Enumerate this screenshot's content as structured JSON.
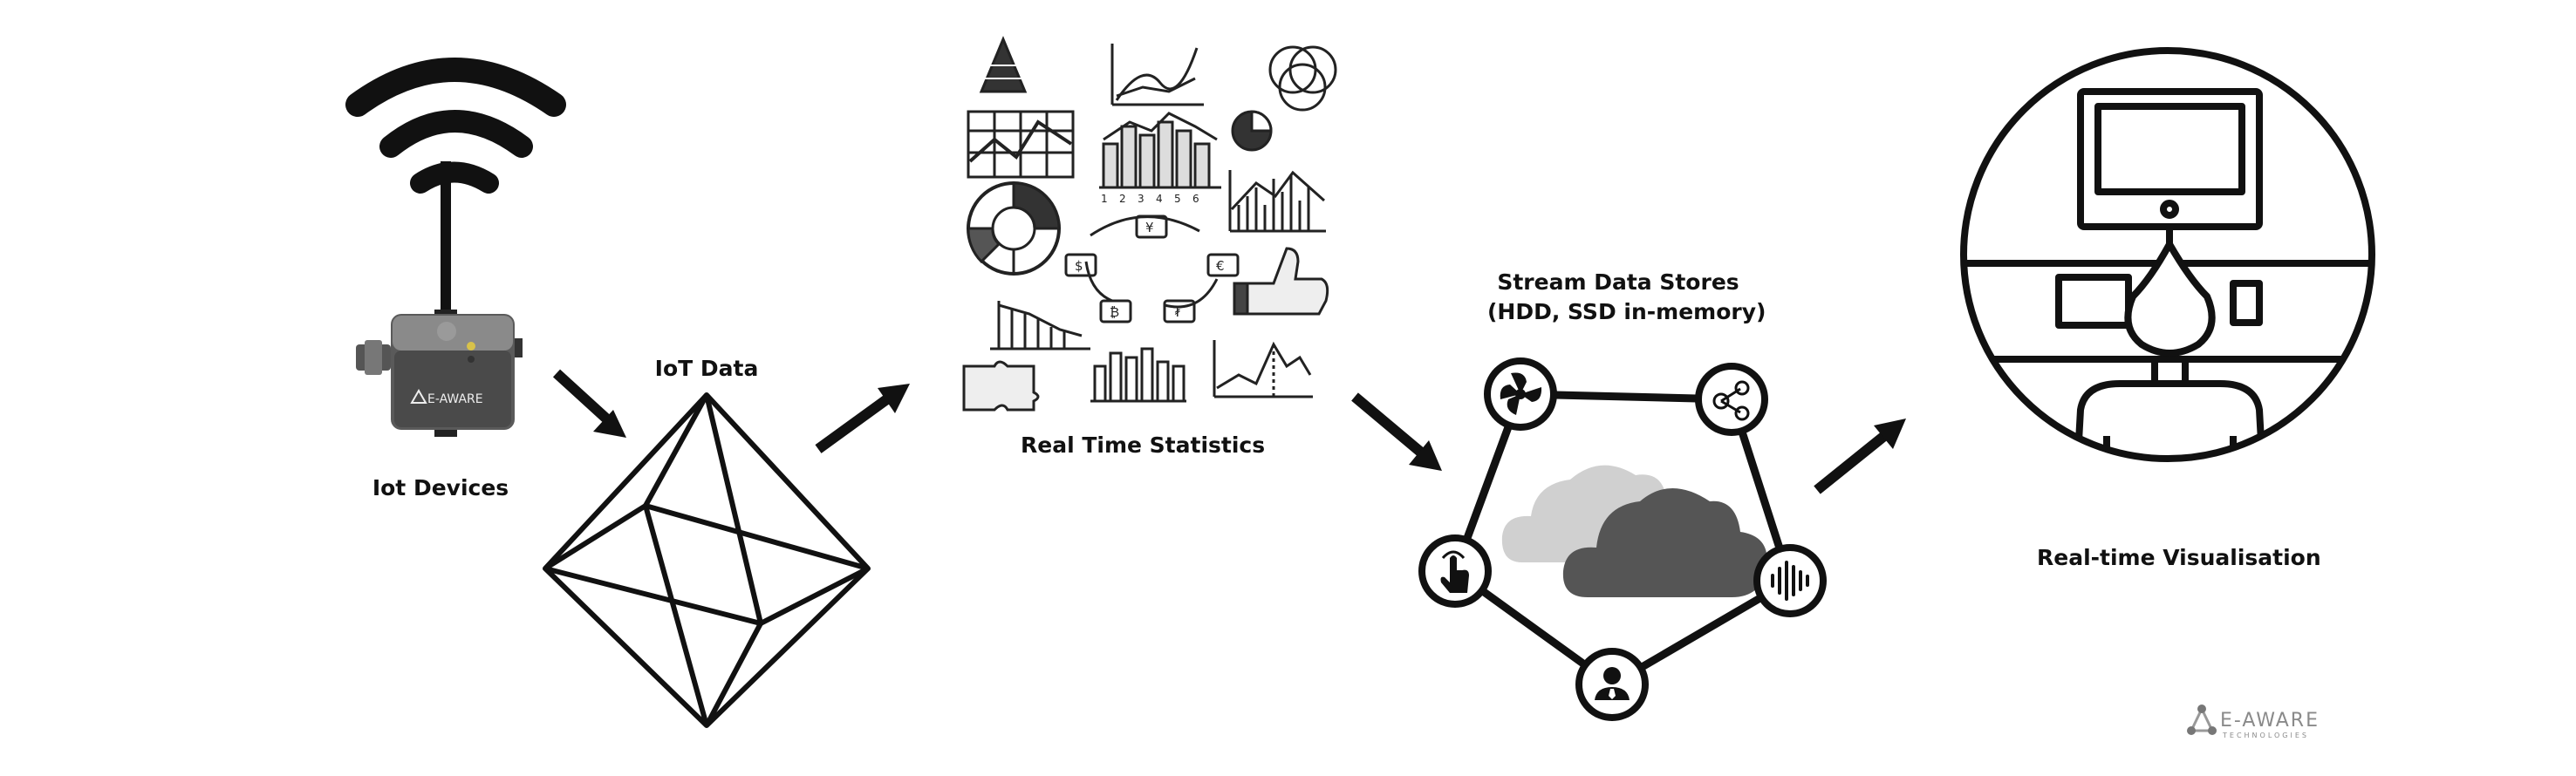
{
  "labels": {
    "iot_devices": "Iot Devices",
    "iot_data": "IoT Data",
    "real_time_statistics": "Real Time Statistics",
    "stream_data_stores": "Stream Data Stores",
    "stream_data_stores_sub": "(HDD, SSD in-memory)",
    "real_time_visualisation": "Real-time Visualisation"
  },
  "device": {
    "brand": "E-AWARE"
  },
  "stats": {
    "axis_numbers": [
      "1",
      "2",
      "3",
      "4",
      "5",
      "6"
    ],
    "currency_symbols": [
      "¥",
      "$",
      "€",
      "₿",
      "₮"
    ]
  },
  "logo": {
    "name": "E-AWARE",
    "tagline": "TECHNOLOGIES"
  },
  "icons": [
    "wifi-icon",
    "iot-device-icon",
    "octahedron-icon",
    "arrow-icon",
    "statistics-collage-icon",
    "cloud-icon",
    "fan-icon",
    "share-icon",
    "touch-icon",
    "sound-wave-icon",
    "person-icon",
    "monitor-person-icon",
    "eaware-logo-icon"
  ]
}
